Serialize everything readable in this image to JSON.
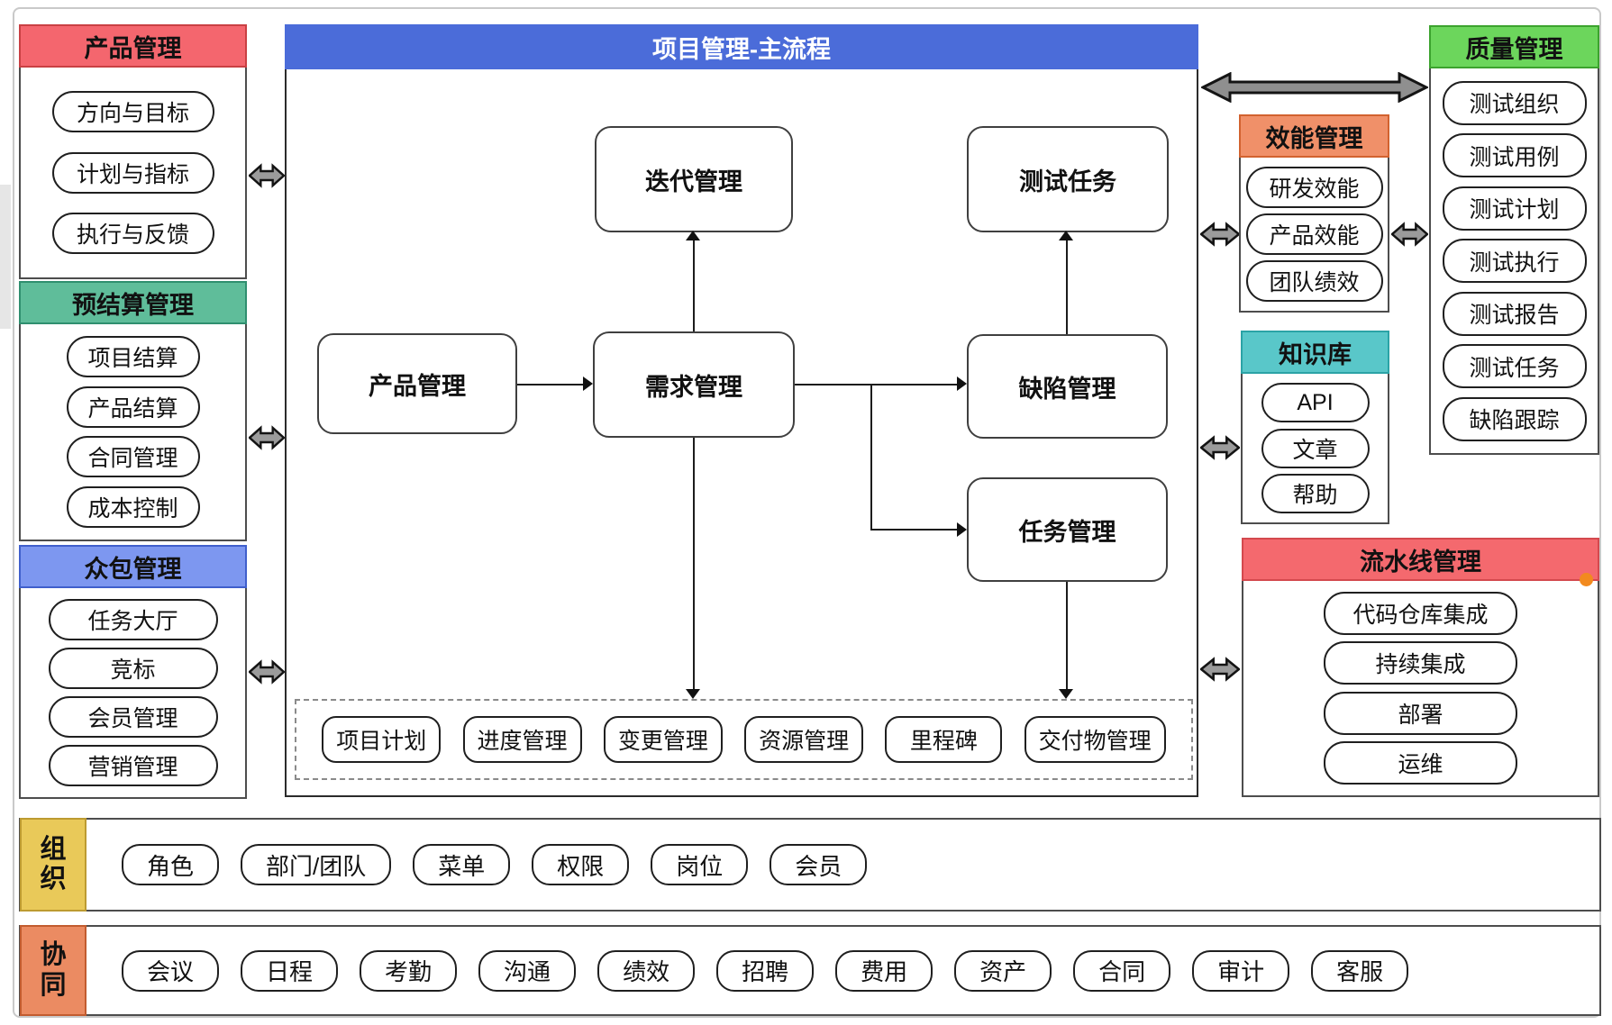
{
  "flow": {
    "title": "项目管理-主流程",
    "nodes": {
      "iteration": "迭代管理",
      "test_task": "测试任务",
      "product": "产品管理",
      "requirement": "需求管理",
      "defect": "缺陷管理",
      "task": "任务管理"
    },
    "sub_items": [
      "项目计划",
      "进度管理",
      "变更管理",
      "资源管理",
      "里程碑",
      "交付物管理"
    ]
  },
  "panels": {
    "product": {
      "title": "产品管理",
      "items": [
        "方向与目标",
        "计划与指标",
        "执行与反馈"
      ]
    },
    "budget": {
      "title": "预结算管理",
      "items": [
        "项目结算",
        "产品结算",
        "合同管理",
        "成本控制"
      ]
    },
    "crowdsource": {
      "title": "众包管理",
      "items": [
        "任务大厅",
        "竞标",
        "会员管理",
        "营销管理"
      ]
    },
    "efficiency": {
      "title": "效能管理",
      "items": [
        "研发效能",
        "产品效能",
        "团队绩效"
      ]
    },
    "knowledge": {
      "title": "知识库",
      "items": [
        "API",
        "文章",
        "帮助"
      ]
    },
    "quality": {
      "title": "质量管理",
      "items": [
        "测试组织",
        "测试用例",
        "测试计划",
        "测试执行",
        "测试报告",
        "测试任务",
        "缺陷跟踪"
      ]
    },
    "pipeline": {
      "title": "流水线管理",
      "items": [
        "代码仓库集成",
        "持续集成",
        "部署",
        "运维"
      ]
    }
  },
  "bottom_rows": {
    "org": {
      "label": "组织",
      "items": [
        "角色",
        "部门/团队",
        "菜单",
        "权限",
        "岗位",
        "会员"
      ]
    },
    "collab": {
      "label": "协同",
      "items": [
        "会议",
        "日程",
        "考勤",
        "沟通",
        "绩效",
        "招聘",
        "费用",
        "资产",
        "合同",
        "审计",
        "客服"
      ]
    }
  },
  "colors": {
    "main_flow_header": "#4B6CD9",
    "product_header": "#F4666E",
    "budget_header": "#5FBD9A",
    "crowdsource_header": "#7D97F0",
    "efficiency_header": "#F09069",
    "knowledge_header": "#59C7C9",
    "quality_header": "#6CD65C",
    "pipeline_header": "#F4696E",
    "org_label": "#E9C959",
    "collab_label": "#EB8B62",
    "pipeline_dot": "#F28A1E",
    "double_arrow": "#9B9B9B"
  }
}
